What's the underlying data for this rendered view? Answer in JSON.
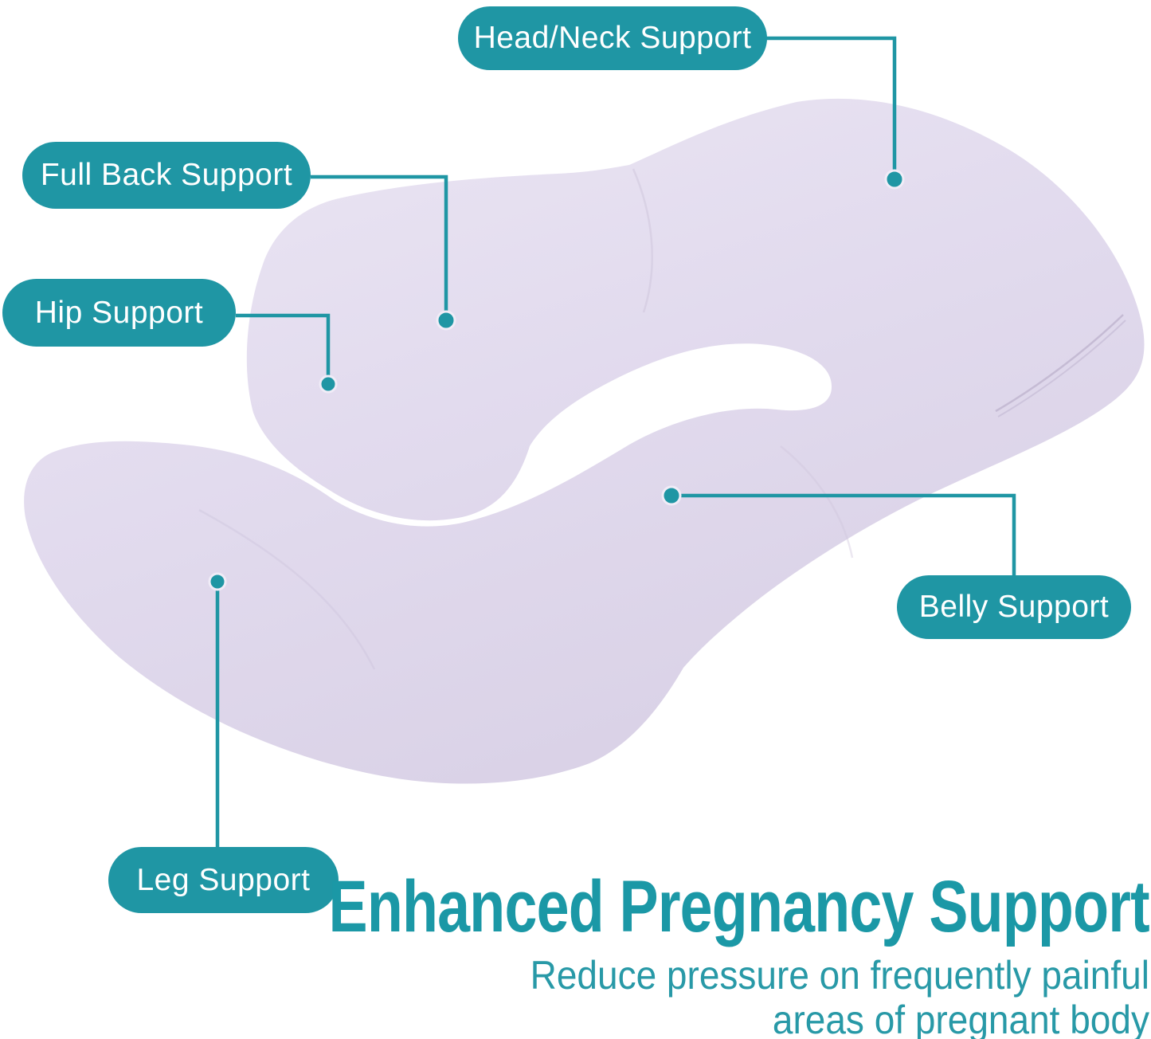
{
  "colors": {
    "accent_teal": "#1f96a4",
    "title_teal": "#1b98a6",
    "pillow_lavender": "#e0d9ec",
    "background": "#ffffff"
  },
  "callouts": [
    {
      "label": "Head/Neck Support"
    },
    {
      "label": "Full Back Support"
    },
    {
      "label": "Hip Support"
    },
    {
      "label": "Belly Support"
    },
    {
      "label": "Leg Support"
    }
  ],
  "headline": {
    "title": "Enhanced Pregnancy Support",
    "subtitle_line1": "Reduce pressure on frequently painful",
    "subtitle_line2": "areas of pregnant body"
  }
}
